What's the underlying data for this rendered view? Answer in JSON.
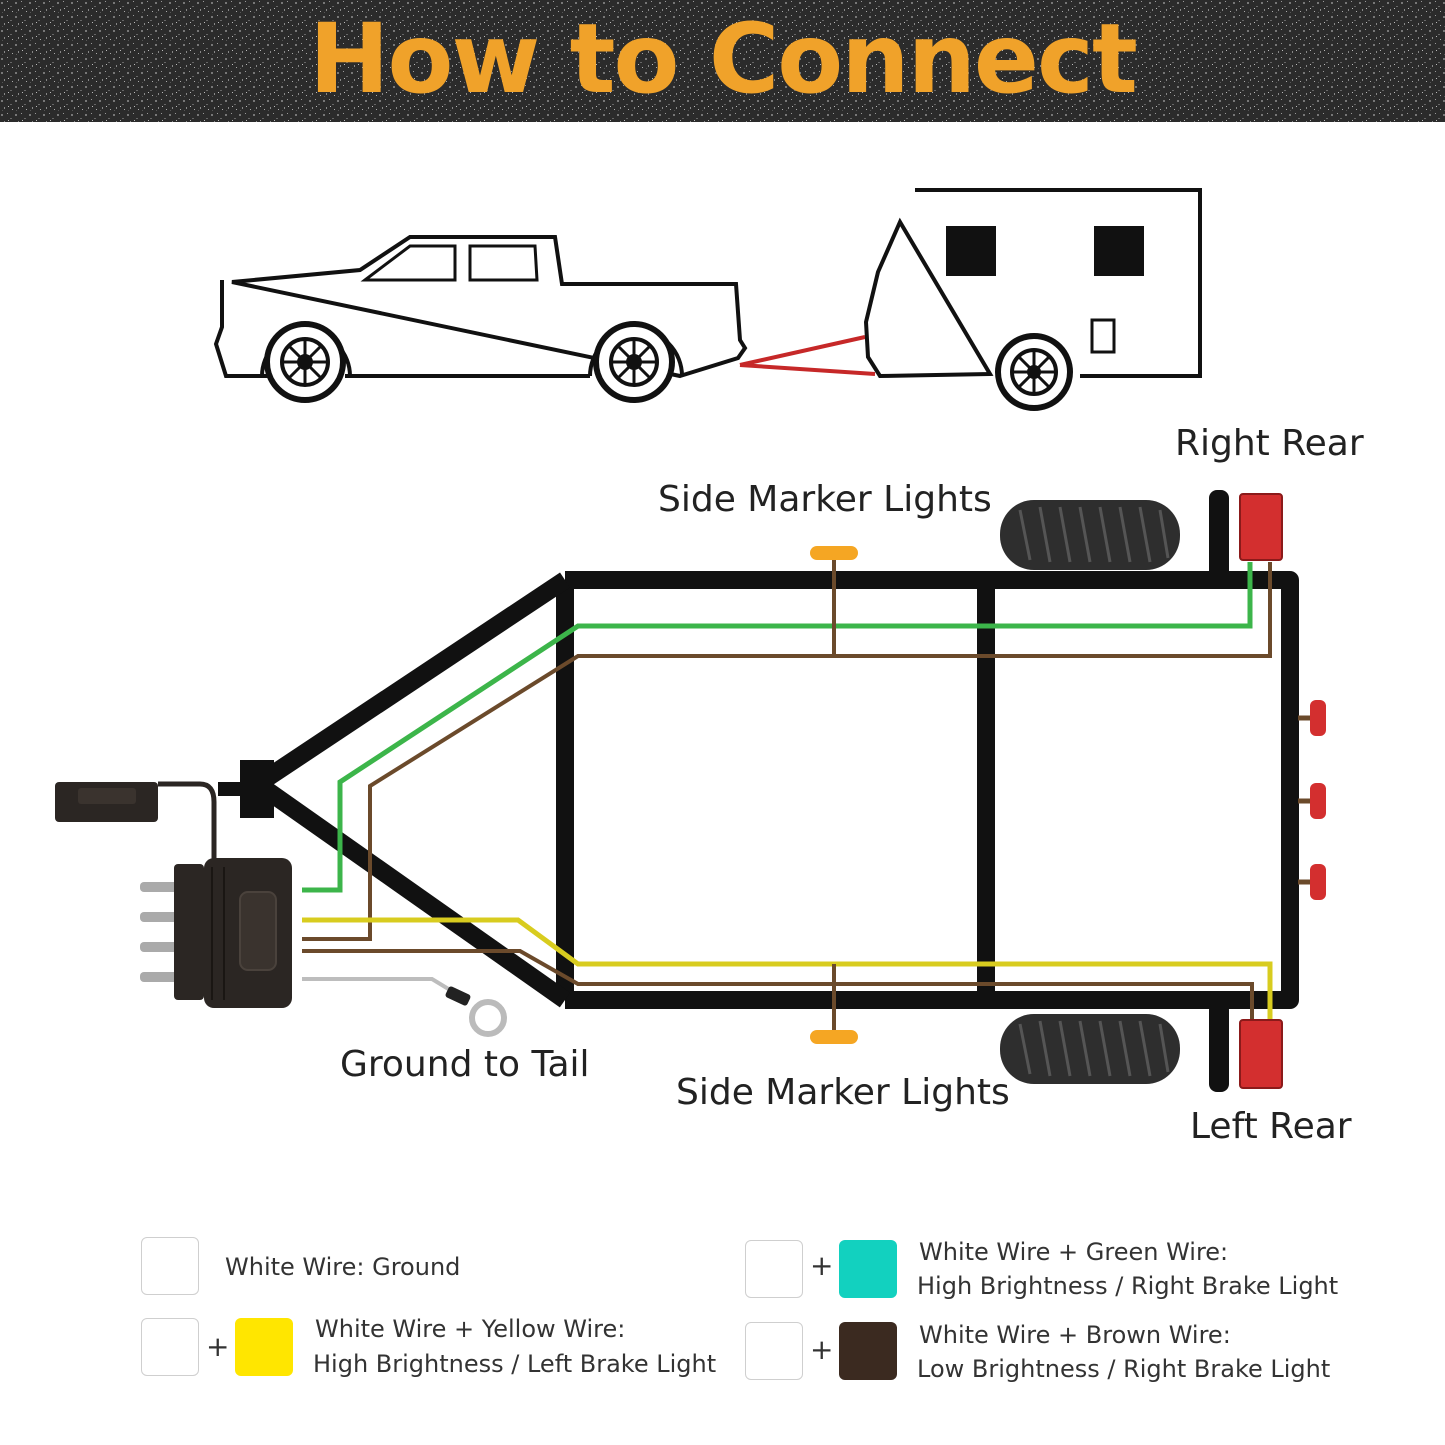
{
  "header": {
    "title": "How to Connect"
  },
  "labels": {
    "right_rear": "Right Rear",
    "side_marker_top": "Side Marker Lights",
    "side_marker_bottom": "Side Marker Lights",
    "ground_to_tail": "Ground to Tail",
    "left_rear": "Left Rear"
  },
  "colors": {
    "title": "#f0a22a",
    "green_wire": "#3cb54a",
    "brown_wire": "#6b4a2b",
    "yellow_wire": "#d8cc1f",
    "frame": "#111111",
    "rear_light": "#d32f2f",
    "marker_light": "#f5a623",
    "towbar": "#c62828"
  },
  "legend": [
    {
      "swatch_color": null,
      "line1": "White Wire: Ground",
      "line2": ""
    },
    {
      "swatch_color": "#ffe600",
      "line1": "White Wire + Yellow Wire:",
      "line2": "High Brightness / Left Brake Light"
    },
    {
      "swatch_color": "#12d1bf",
      "line1": "White Wire + Green Wire:",
      "line2": "High Brightness / Right Brake Light"
    },
    {
      "swatch_color": "#3b2a20",
      "line1": "White Wire + Brown Wire:",
      "line2": "Low Brightness / Right Brake Light"
    }
  ]
}
